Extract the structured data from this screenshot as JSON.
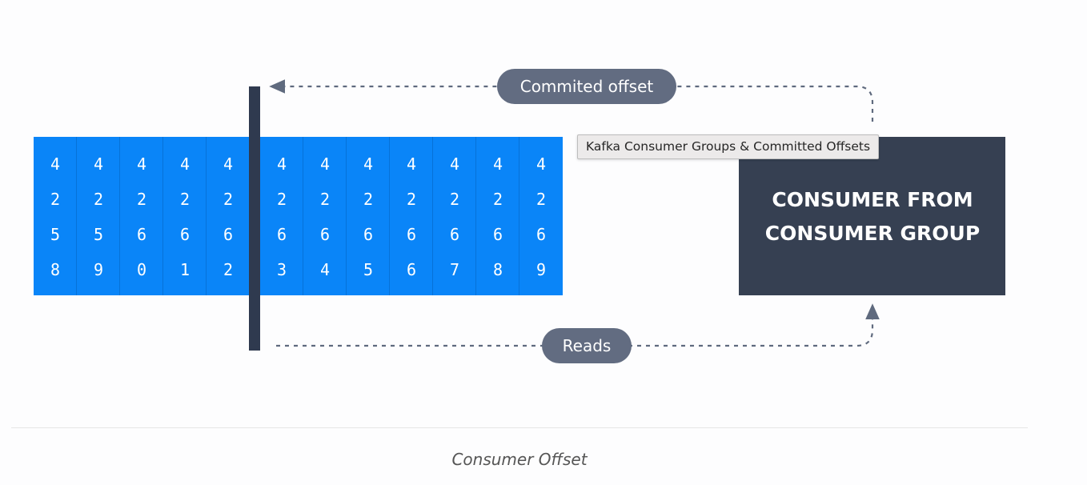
{
  "log": {
    "columns": [
      [
        "4",
        "2",
        "5",
        "8"
      ],
      [
        "4",
        "2",
        "5",
        "9"
      ],
      [
        "4",
        "2",
        "6",
        "0"
      ],
      [
        "4",
        "2",
        "6",
        "1"
      ],
      [
        "4",
        "2",
        "6",
        "2"
      ],
      [
        "4",
        "2",
        "6",
        "3"
      ],
      [
        "4",
        "2",
        "6",
        "4"
      ],
      [
        "4",
        "2",
        "6",
        "5"
      ],
      [
        "4",
        "2",
        "6",
        "6"
      ],
      [
        "4",
        "2",
        "6",
        "7"
      ],
      [
        "4",
        "2",
        "6",
        "8"
      ],
      [
        "4",
        "2",
        "6",
        "9"
      ]
    ]
  },
  "consumer": {
    "line1": "CONSUMER FROM",
    "line2": "CONSUMER GROUP"
  },
  "committed_label": "Commited offset",
  "reads_label": "Reads",
  "tooltip": "Kafka Consumer Groups & Committed Offsets",
  "caption": "Consumer Offset",
  "colors": {
    "log_cell": "#0a85f8",
    "offset_marker": "#2f3a4f",
    "consumer_box": "#364052",
    "pill": "#626c81",
    "dashed_line": "#5f6a7e"
  }
}
